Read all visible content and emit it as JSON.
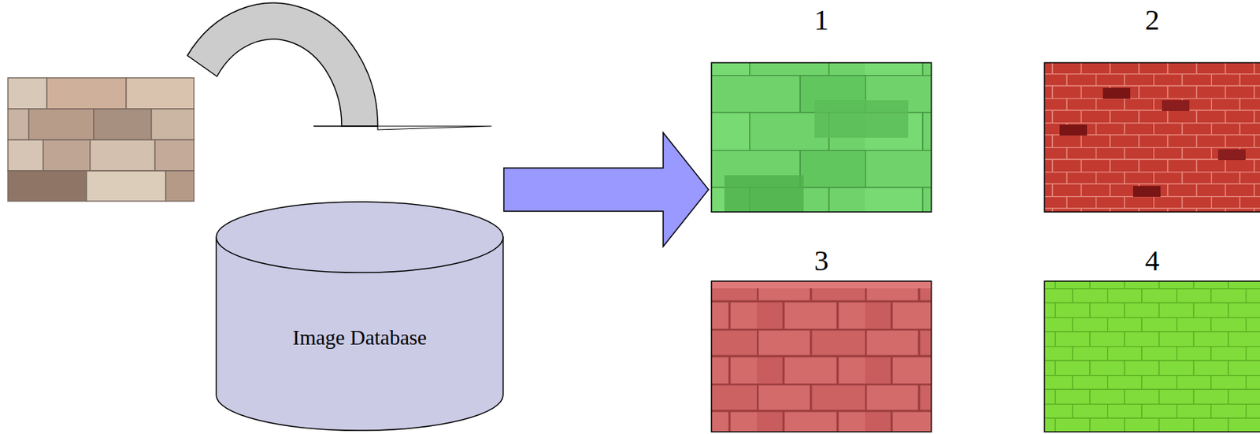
{
  "diagram": {
    "nodes": [
      {
        "text": [
          "Image Database"
        ]
      },
      {
        "text": [
          "1"
        ]
      },
      {
        "text": [
          "2"
        ]
      },
      {
        "text": [
          "3"
        ]
      },
      {
        "text": [
          "4"
        ]
      }
    ],
    "edges": [
      {
        "from": 0,
        "to": 1,
        "arrow": "to"
      }
    ]
  }
}
